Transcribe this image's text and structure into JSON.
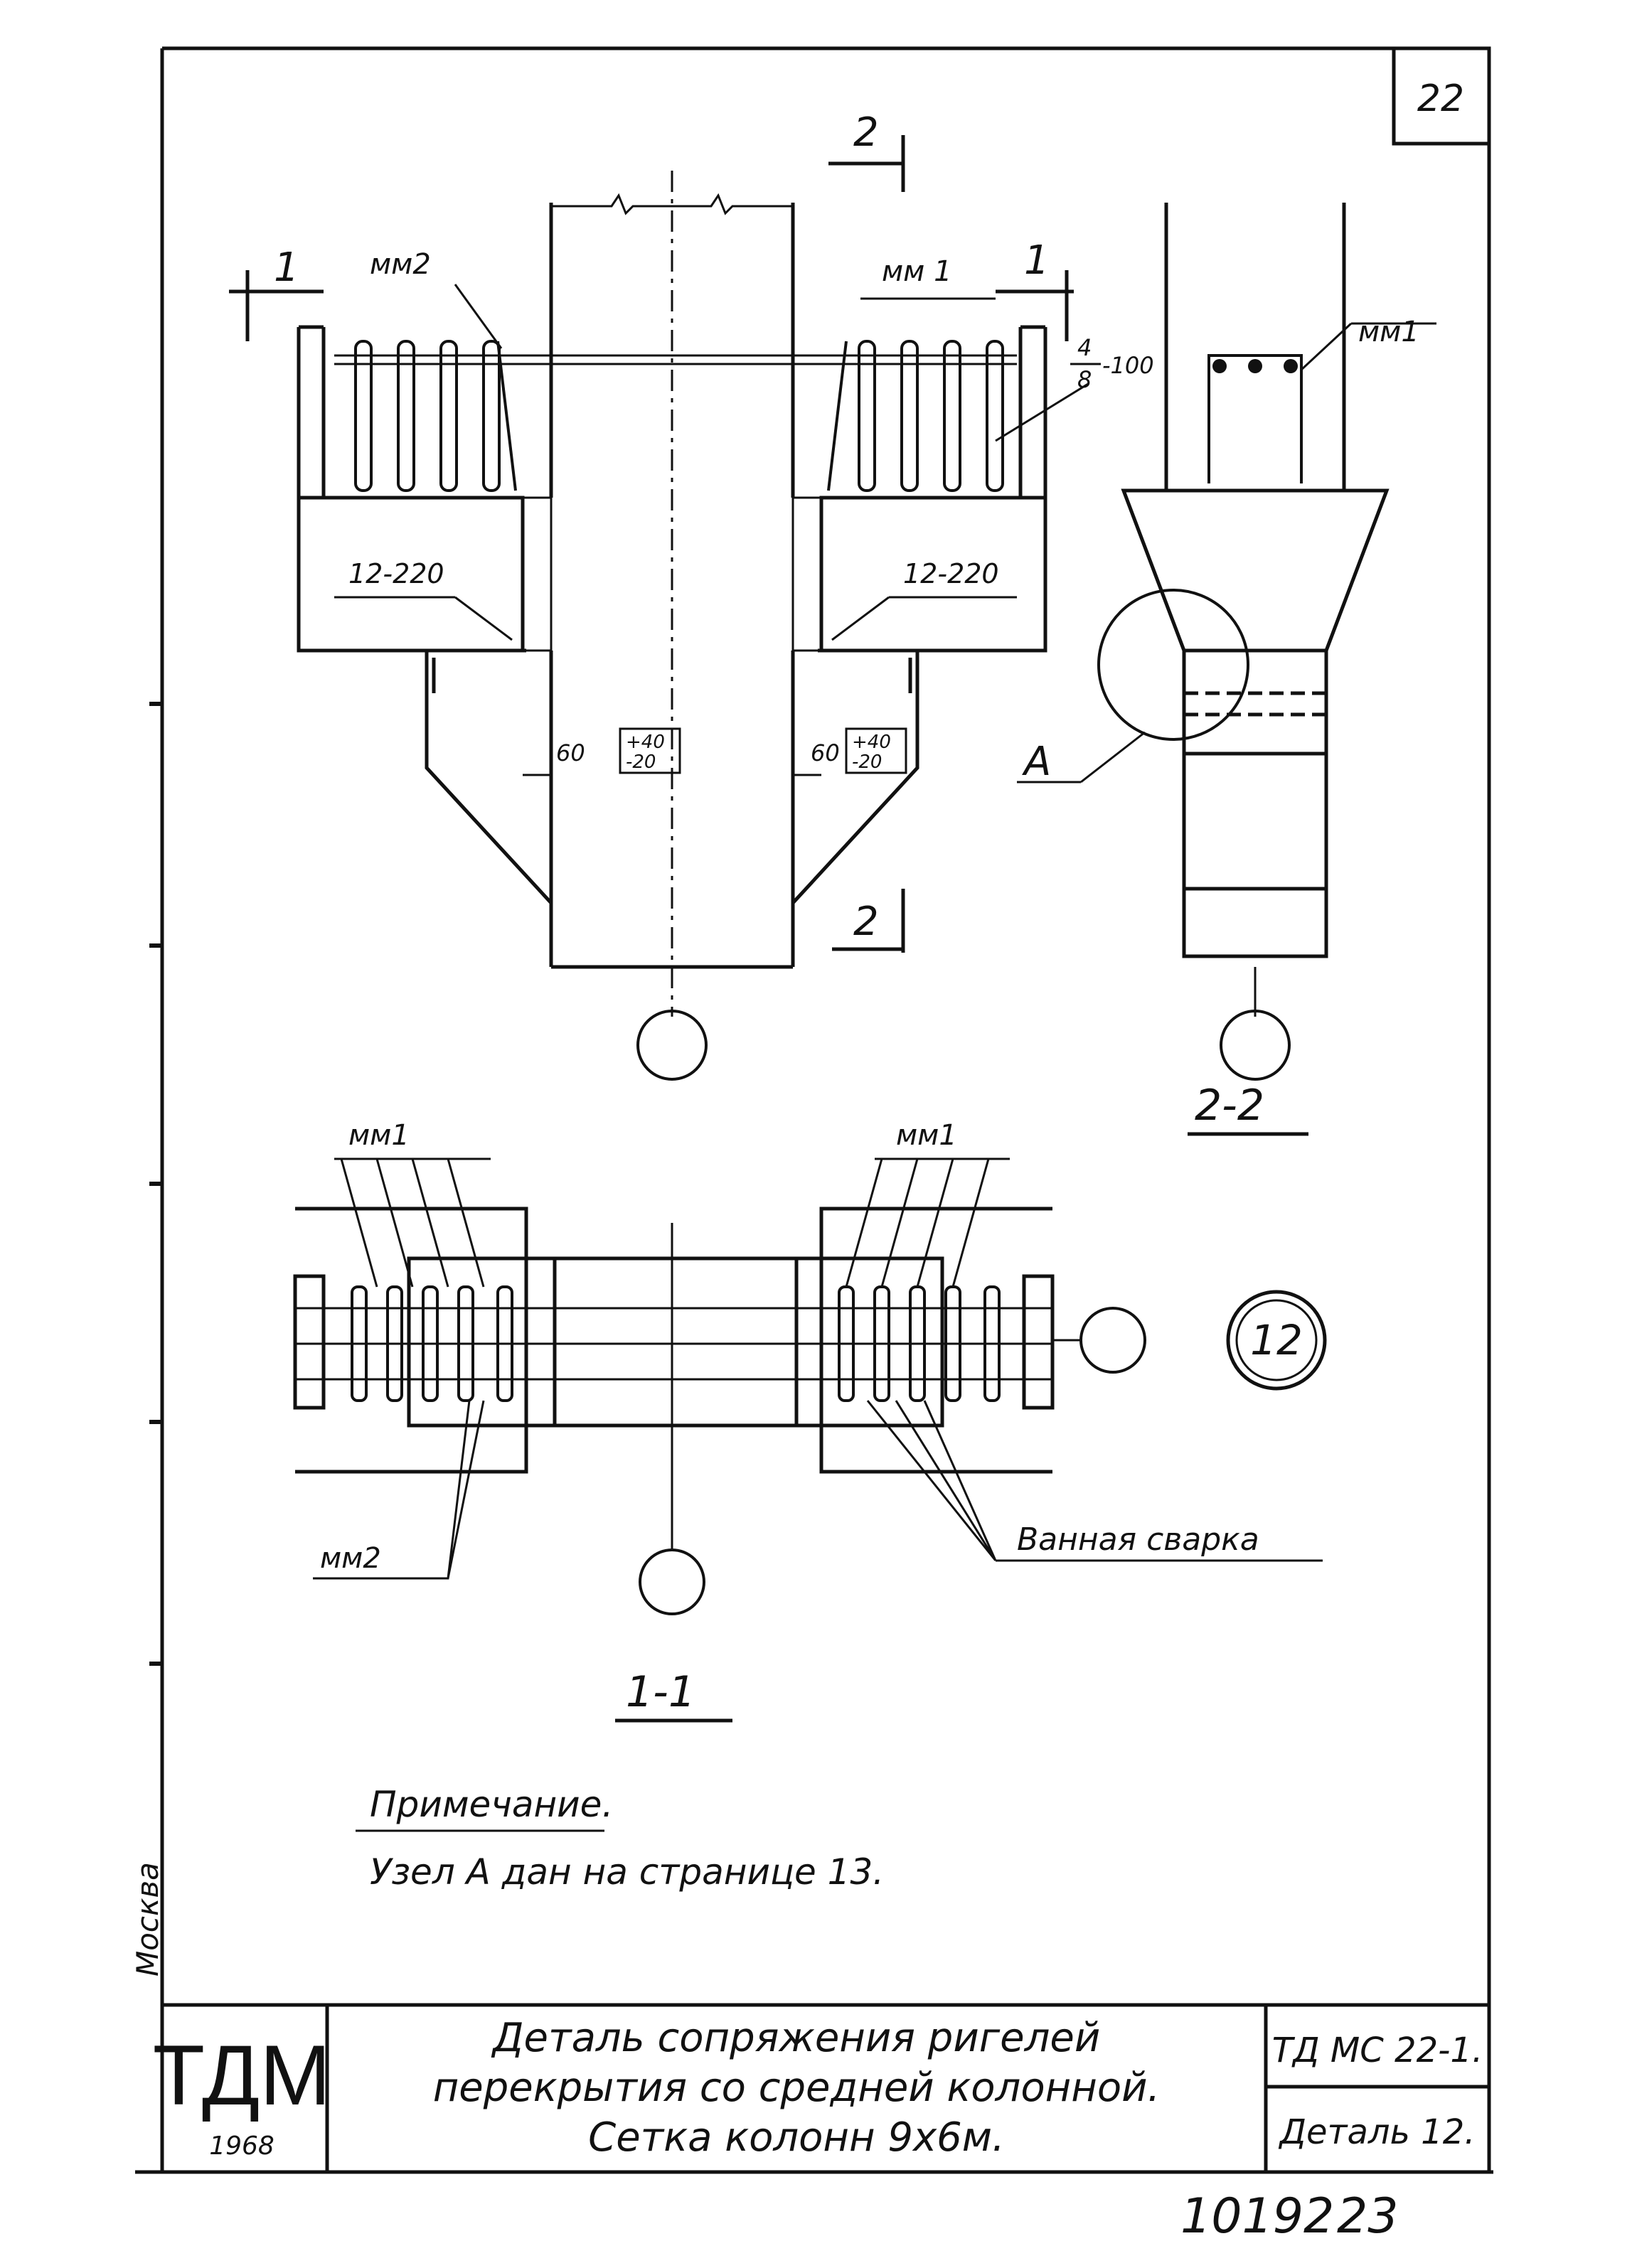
{
  "sheet": {
    "page_number": "22",
    "city": "Москва",
    "bottom_numbers": {
      "left": "10192",
      "right": "23"
    }
  },
  "callouts": {
    "section_mark_1": "1",
    "section_mark_2": "2",
    "mm1": "мм 1",
    "mm1_side": "мм1",
    "mm2": "мм2",
    "spacing": "4",
    "spacing_sub": "8",
    "spacing_step": "-100",
    "rebar_left": "12-220",
    "rebar_right": "12-220",
    "dim_60": "60",
    "tolerance_plus": "+40",
    "tolerance_minus": "-20",
    "node": "А",
    "detail_number": "12",
    "weld": "Ванная сварка"
  },
  "views": {
    "section_2_2": "2-2",
    "section_1_1": "1-1"
  },
  "note": {
    "heading": "Примечание.",
    "text": "Узел А дан на странице 13."
  },
  "title_block": {
    "org": "ТДМ",
    "year": "1968",
    "title_line1": "Деталь сопряжения ригелей",
    "title_line2": "перекрытия со средней колонной.",
    "title_line3": "Сетка колонн 9х6м.",
    "code": "ТД МС 22-1.",
    "detail": "Деталь 12."
  },
  "colors": {
    "ink": "#111111",
    "paper": "#ffffff"
  }
}
